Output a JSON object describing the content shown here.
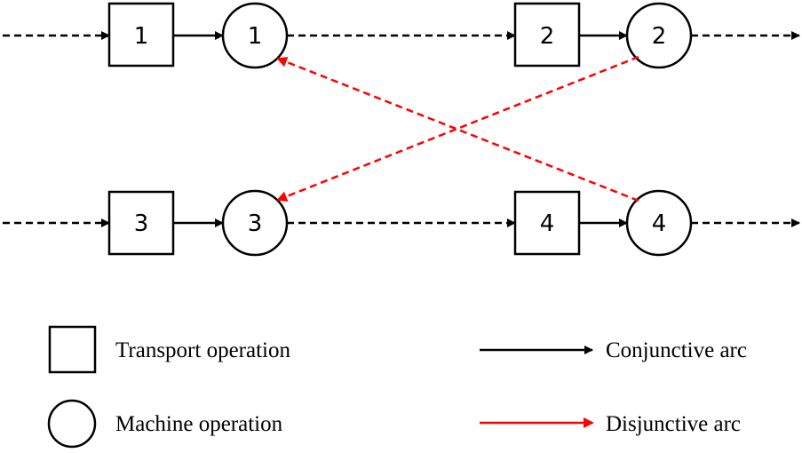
{
  "diagram": {
    "type": "disjunctive-graph",
    "colors": {
      "conjunctive": "#000000",
      "disjunctive": "#ff0000",
      "background": "#ffffff"
    },
    "nodes": [
      {
        "id": "t1",
        "kind": "transport",
        "label": "1"
      },
      {
        "id": "m1",
        "kind": "machine",
        "label": "1"
      },
      {
        "id": "t2",
        "kind": "transport",
        "label": "2"
      },
      {
        "id": "m2",
        "kind": "machine",
        "label": "2"
      },
      {
        "id": "t3",
        "kind": "transport",
        "label": "3"
      },
      {
        "id": "m3",
        "kind": "machine",
        "label": "3"
      },
      {
        "id": "t4",
        "kind": "transport",
        "label": "4"
      },
      {
        "id": "m4",
        "kind": "machine",
        "label": "4"
      }
    ],
    "edges": [
      {
        "from": "start-row1",
        "to": "t1",
        "style": "dashed",
        "type": "conjunctive"
      },
      {
        "from": "t1",
        "to": "m1",
        "style": "solid",
        "type": "conjunctive"
      },
      {
        "from": "m1",
        "to": "t2",
        "style": "dashed",
        "type": "conjunctive"
      },
      {
        "from": "t2",
        "to": "m2",
        "style": "solid",
        "type": "conjunctive"
      },
      {
        "from": "m2",
        "to": "end-row1",
        "style": "dashed",
        "type": "conjunctive"
      },
      {
        "from": "start-row2",
        "to": "t3",
        "style": "dashed",
        "type": "conjunctive"
      },
      {
        "from": "t3",
        "to": "m3",
        "style": "solid",
        "type": "conjunctive"
      },
      {
        "from": "m3",
        "to": "t4",
        "style": "dashed",
        "type": "conjunctive"
      },
      {
        "from": "t4",
        "to": "m4",
        "style": "solid",
        "type": "conjunctive"
      },
      {
        "from": "m4",
        "to": "end-row2",
        "style": "dashed",
        "type": "conjunctive"
      },
      {
        "from": "m4",
        "to": "m1",
        "style": "dashed",
        "type": "disjunctive"
      },
      {
        "from": "m2",
        "to": "m3",
        "style": "dashed",
        "type": "disjunctive"
      }
    ]
  },
  "legend": {
    "transport_label": "Transport operation",
    "machine_label": "Machine operation",
    "conjunctive_label": "Conjunctive arc",
    "disjunctive_label": "Disjunctive arc"
  }
}
